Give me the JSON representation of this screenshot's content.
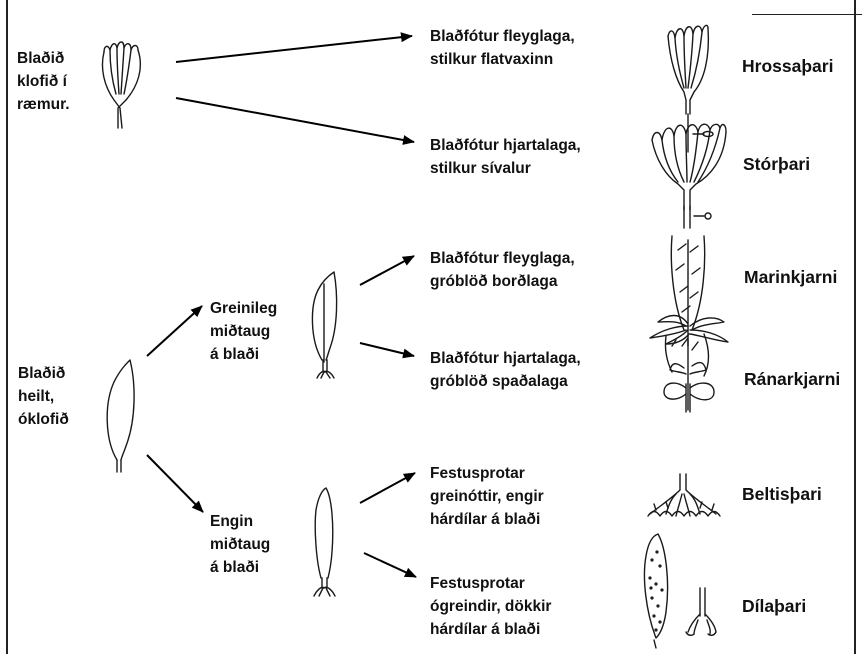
{
  "nodes": {
    "split_blade": "Blaðið\nklofið í\nræmur.",
    "whole_blade": "Blaðið\nheilt,\nóklofið",
    "distinct_midrib": "Greinileg\nmiðtaug\ná blaði",
    "no_midrib": "Engin\nmiðtaug\ná blaði"
  },
  "traits": {
    "hrossathari": "Blaðfótur fleyglaga,\nstilkur flatvaxinn",
    "storthari": "Blaðfótur hjartalaga,\nstilkur sívalur",
    "marinkjarni": "Blaðfótur fleyglaga,\ngróblöð borðlaga",
    "ranarkjarni": "Blaðfótur hjartalaga,\ngróblöð spaðalaga",
    "beltisthari": "Festusprotar\ngreinóttir, engir\nhárdílar á blaði",
    "dilathari": "Festusprotar\nógreindir, dökkir\nhárdílar á blaði"
  },
  "species": {
    "hrossathari": "Hrossaþari",
    "storthari": "Stórþari",
    "marinkjarni": "Marinkjarni",
    "ranarkjarni": "Ránarkjarni",
    "beltisthari": "Beltisþari",
    "dilathari": "Dílaþari"
  },
  "colors": {
    "ink": "#111111",
    "background": "#ffffff"
  }
}
